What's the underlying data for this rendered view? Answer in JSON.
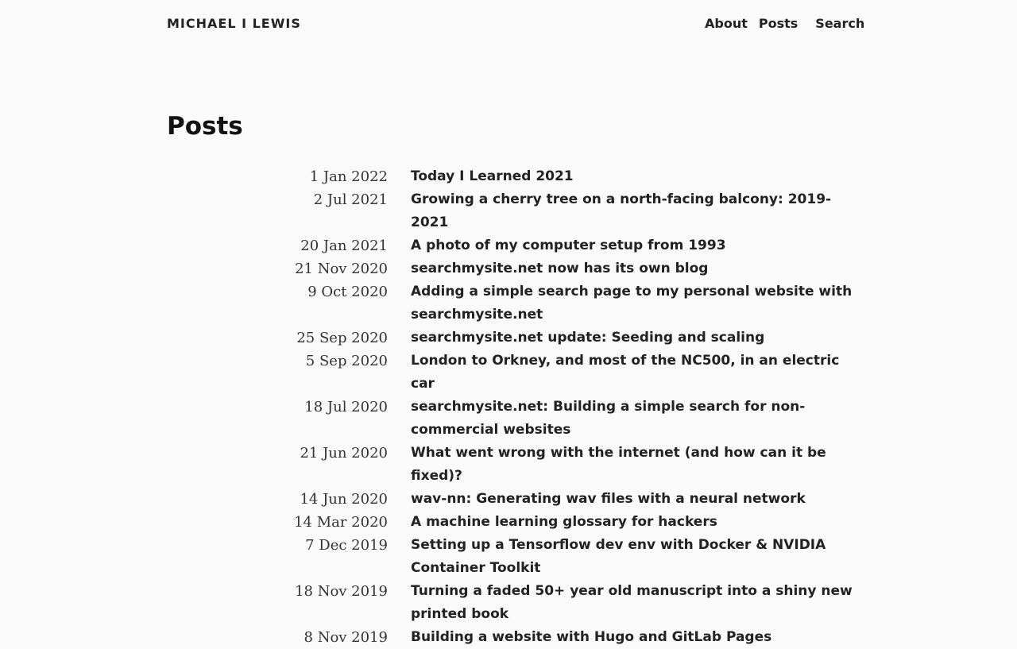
{
  "header": {
    "site_title": "MICHAEL I LEWIS",
    "nav": {
      "about": "About",
      "posts": "Posts",
      "search": "Search"
    }
  },
  "main": {
    "title": "Posts",
    "posts": [
      {
        "date": "1 Jan 2022",
        "title": "Today I Learned 2021"
      },
      {
        "date": "2 Jul 2021",
        "title": "Growing a cherry tree on a north-facing balcony: 2019-2021"
      },
      {
        "date": "20 Jan 2021",
        "title": "A photo of my computer setup from 1993"
      },
      {
        "date": "21 Nov 2020",
        "title": "searchmysite.net now has its own blog"
      },
      {
        "date": "9 Oct 2020",
        "title": "Adding a simple search page to my personal website with searchmysite.net"
      },
      {
        "date": "25 Sep 2020",
        "title": "searchmysite.net update: Seeding and scaling"
      },
      {
        "date": "5 Sep 2020",
        "title": "London to Orkney, and most of the NC500, in an electric car"
      },
      {
        "date": "18 Jul 2020",
        "title": "searchmysite.net: Building a simple search for non-commercial websites"
      },
      {
        "date": "21 Jun 2020",
        "title": "What went wrong with the internet (and how can it be fixed)?"
      },
      {
        "date": "14 Jun 2020",
        "title": "wav-nn: Generating wav files with a neural network"
      },
      {
        "date": "14 Mar 2020",
        "title": "A machine learning glossary for hackers"
      },
      {
        "date": "7 Dec 2019",
        "title": "Setting up a Tensorflow dev env with Docker & NVIDIA Container Toolkit"
      },
      {
        "date": "18 Nov 2019",
        "title": "Turning a faded 50+ year old manuscript into a shiny new printed book"
      },
      {
        "date": "8 Nov 2019",
        "title": "Building a website with Hugo and GitLab Pages"
      }
    ]
  }
}
